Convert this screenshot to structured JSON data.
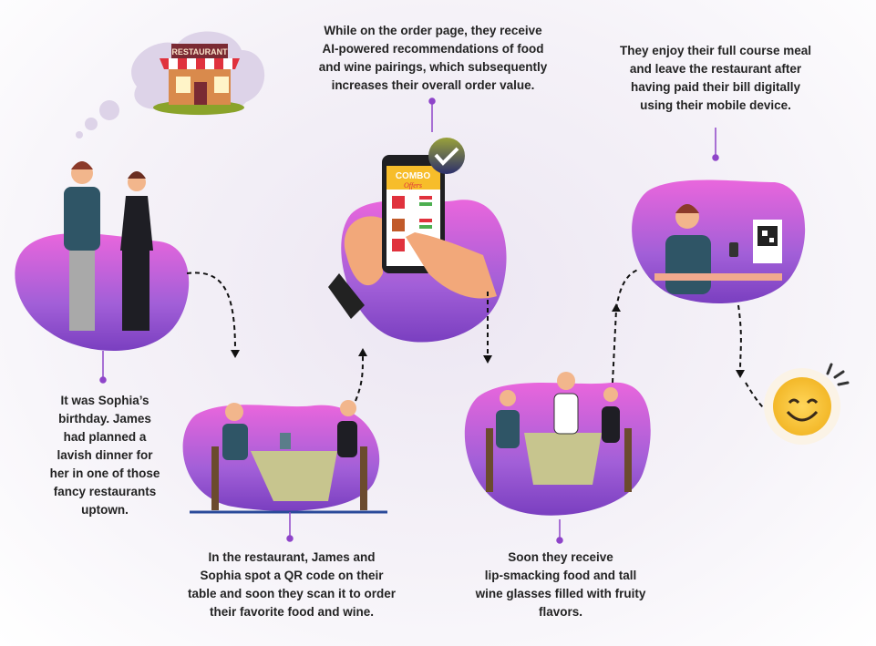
{
  "steps": [
    {
      "id": "birthday",
      "caption_lines": [
        "It was Sophia’s",
        "birthday. James",
        "had planned a",
        "lavish dinner for",
        "her in one of those",
        "fancy restaurants",
        "uptown."
      ]
    },
    {
      "id": "qr-scan",
      "caption_lines": [
        "In the restaurant, James and",
        "Sophia spot a QR code on their",
        "table and soon they scan it to order",
        "their favorite food and wine."
      ]
    },
    {
      "id": "recommendations",
      "caption_lines": [
        "While on the order page, they receive",
        "AI-powered recommendations of food",
        "and wine pairings, which subsequently",
        "increases their overall order value."
      ]
    },
    {
      "id": "food-served",
      "caption_lines": [
        "Soon they receive",
        "lip-smacking food and tall",
        "wine glasses filled with fruity",
        "flavors."
      ]
    },
    {
      "id": "pay-digitally",
      "caption_lines": [
        "They enjoy their full course meal",
        "and leave the restaurant after",
        "having paid their bill digitally",
        "using their mobile device."
      ]
    }
  ],
  "illustrations": {
    "restaurant_sign": "RESTAURANT",
    "phone_banner_title": "COMBO",
    "phone_banner_subtitle": "Offers"
  },
  "colors": {
    "accent_purple": "#8e44c9",
    "blob_pink": "#e55bd0",
    "text": "#232323"
  }
}
